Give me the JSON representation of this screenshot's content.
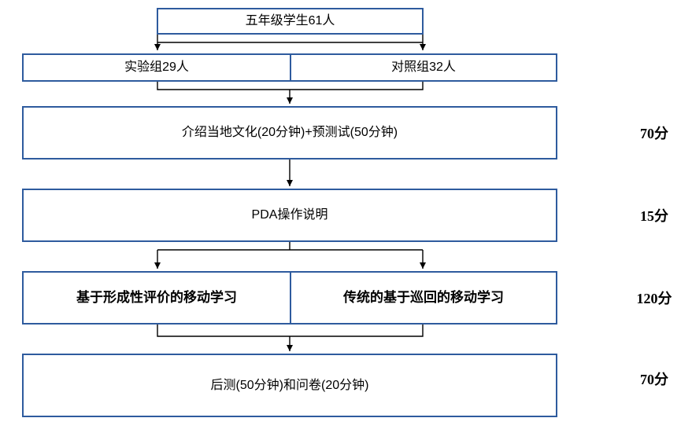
{
  "diagram": {
    "top_box": {
      "label": "五年级学生61人"
    },
    "groups_row": {
      "left": "实验组29人",
      "right": "对照组32人"
    },
    "intro_box": {
      "label": "介绍当地文化(20分钟)+预测试(50分钟)",
      "duration": "70分"
    },
    "pda_box": {
      "label": "PDA操作说明",
      "duration": "15分"
    },
    "methods_row": {
      "left": "基于形成性评价的移动学习",
      "right": "传统的基于巡回的移动学习",
      "duration": "120分"
    },
    "posttest_box": {
      "label": "后测(50分钟)和问卷(20分钟)",
      "duration": "70分"
    }
  },
  "colors": {
    "box_border": "#2e5b9e",
    "line": "#000000"
  }
}
